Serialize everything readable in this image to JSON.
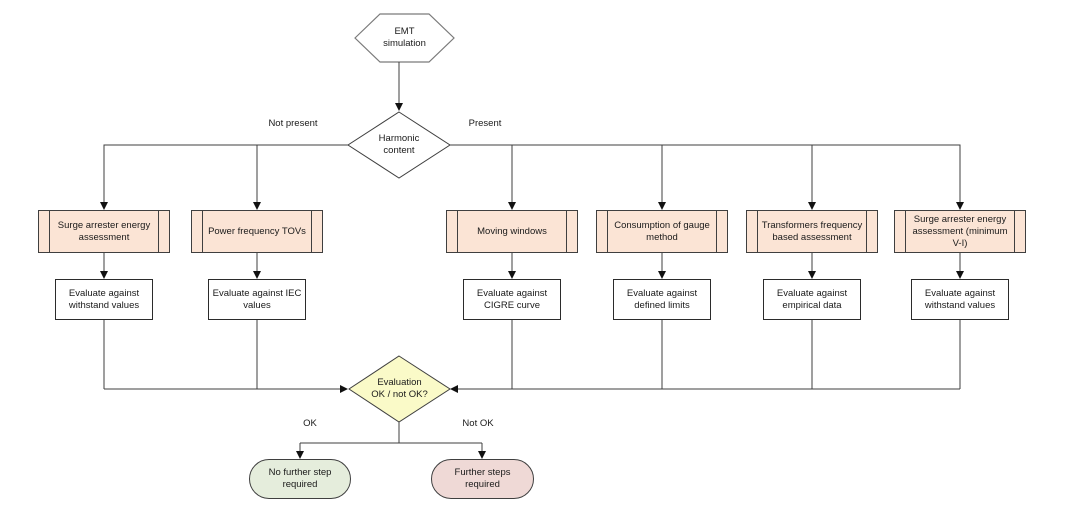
{
  "colors": {
    "process_fill": "#FBE4D5",
    "start_fill": "#FFFFFF",
    "harmonic_decision_fill": "#FFFFFF",
    "evaluation_decision_fill": "#FAFAC8",
    "end_ok_fill": "#E5EDDC",
    "end_not_ok_fill": "#EFD9D6",
    "line": "#3f3f3f"
  },
  "flowchart": {
    "start": {
      "lines": [
        "EMT",
        "simulation"
      ]
    },
    "harmonic_decision": {
      "lines": [
        "Harmonic",
        "content"
      ]
    },
    "branches": {
      "left": "Not present",
      "right": "Present"
    },
    "columns": [
      {
        "process": "Surge arrester energy assessment",
        "evaluate": "Evaluate against withstand values"
      },
      {
        "process": "Power frequency TOVs",
        "evaluate": "Evaluate against IEC values"
      },
      {
        "process": "Moving windows",
        "evaluate": "Evaluate against CIGRE curve"
      },
      {
        "process": "Consumption of gauge method",
        "evaluate": "Evaluate against defined limits"
      },
      {
        "process": "Transformers frequency based assessment",
        "evaluate": "Evaluate against empirical data"
      },
      {
        "process": "Surge arrester energy assessment (minimum V-I)",
        "evaluate": "Evaluate against withstand values"
      }
    ],
    "evaluation_decision": {
      "lines": [
        "Evaluation",
        "OK / not OK?"
      ]
    },
    "outcomes": {
      "ok_label": "OK",
      "not_ok_label": "Not OK",
      "ok": "No further step required",
      "not_ok": "Further steps required"
    }
  }
}
